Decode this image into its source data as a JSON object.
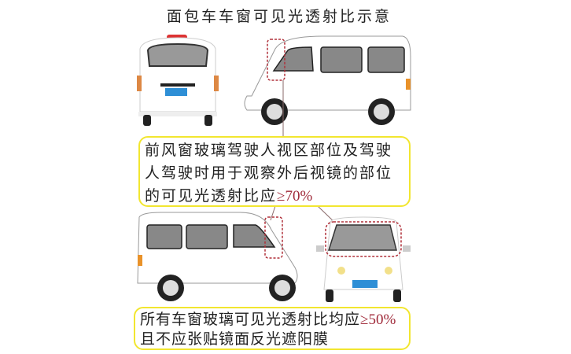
{
  "title": "面包车车窗可见光透射比示意",
  "callout_windshield": {
    "text": "前风窗玻璃驾驶人视区部位及驾驶人驾驶时用于观察外后视镜的部位的可见光透射比应",
    "value": "≥70%"
  },
  "callout_all_windows": {
    "line1": "所有车窗玻璃可见光透射比均应",
    "value": "≥50%",
    "line2": "且不应张贴镜面反光遮阳膜"
  },
  "figures": [
    {
      "view": "rear",
      "label": "van-rear-view"
    },
    {
      "view": "left-side",
      "label": "van-left-side-view"
    },
    {
      "view": "right-side",
      "label": "van-right-side-view"
    },
    {
      "view": "front",
      "label": "van-front-view"
    }
  ],
  "colors": {
    "callout_border": "#f2e630",
    "highlight_text": "#a02a3a",
    "dashed_marker": "#b0303a",
    "plate_blue": "#2e8fd6"
  }
}
